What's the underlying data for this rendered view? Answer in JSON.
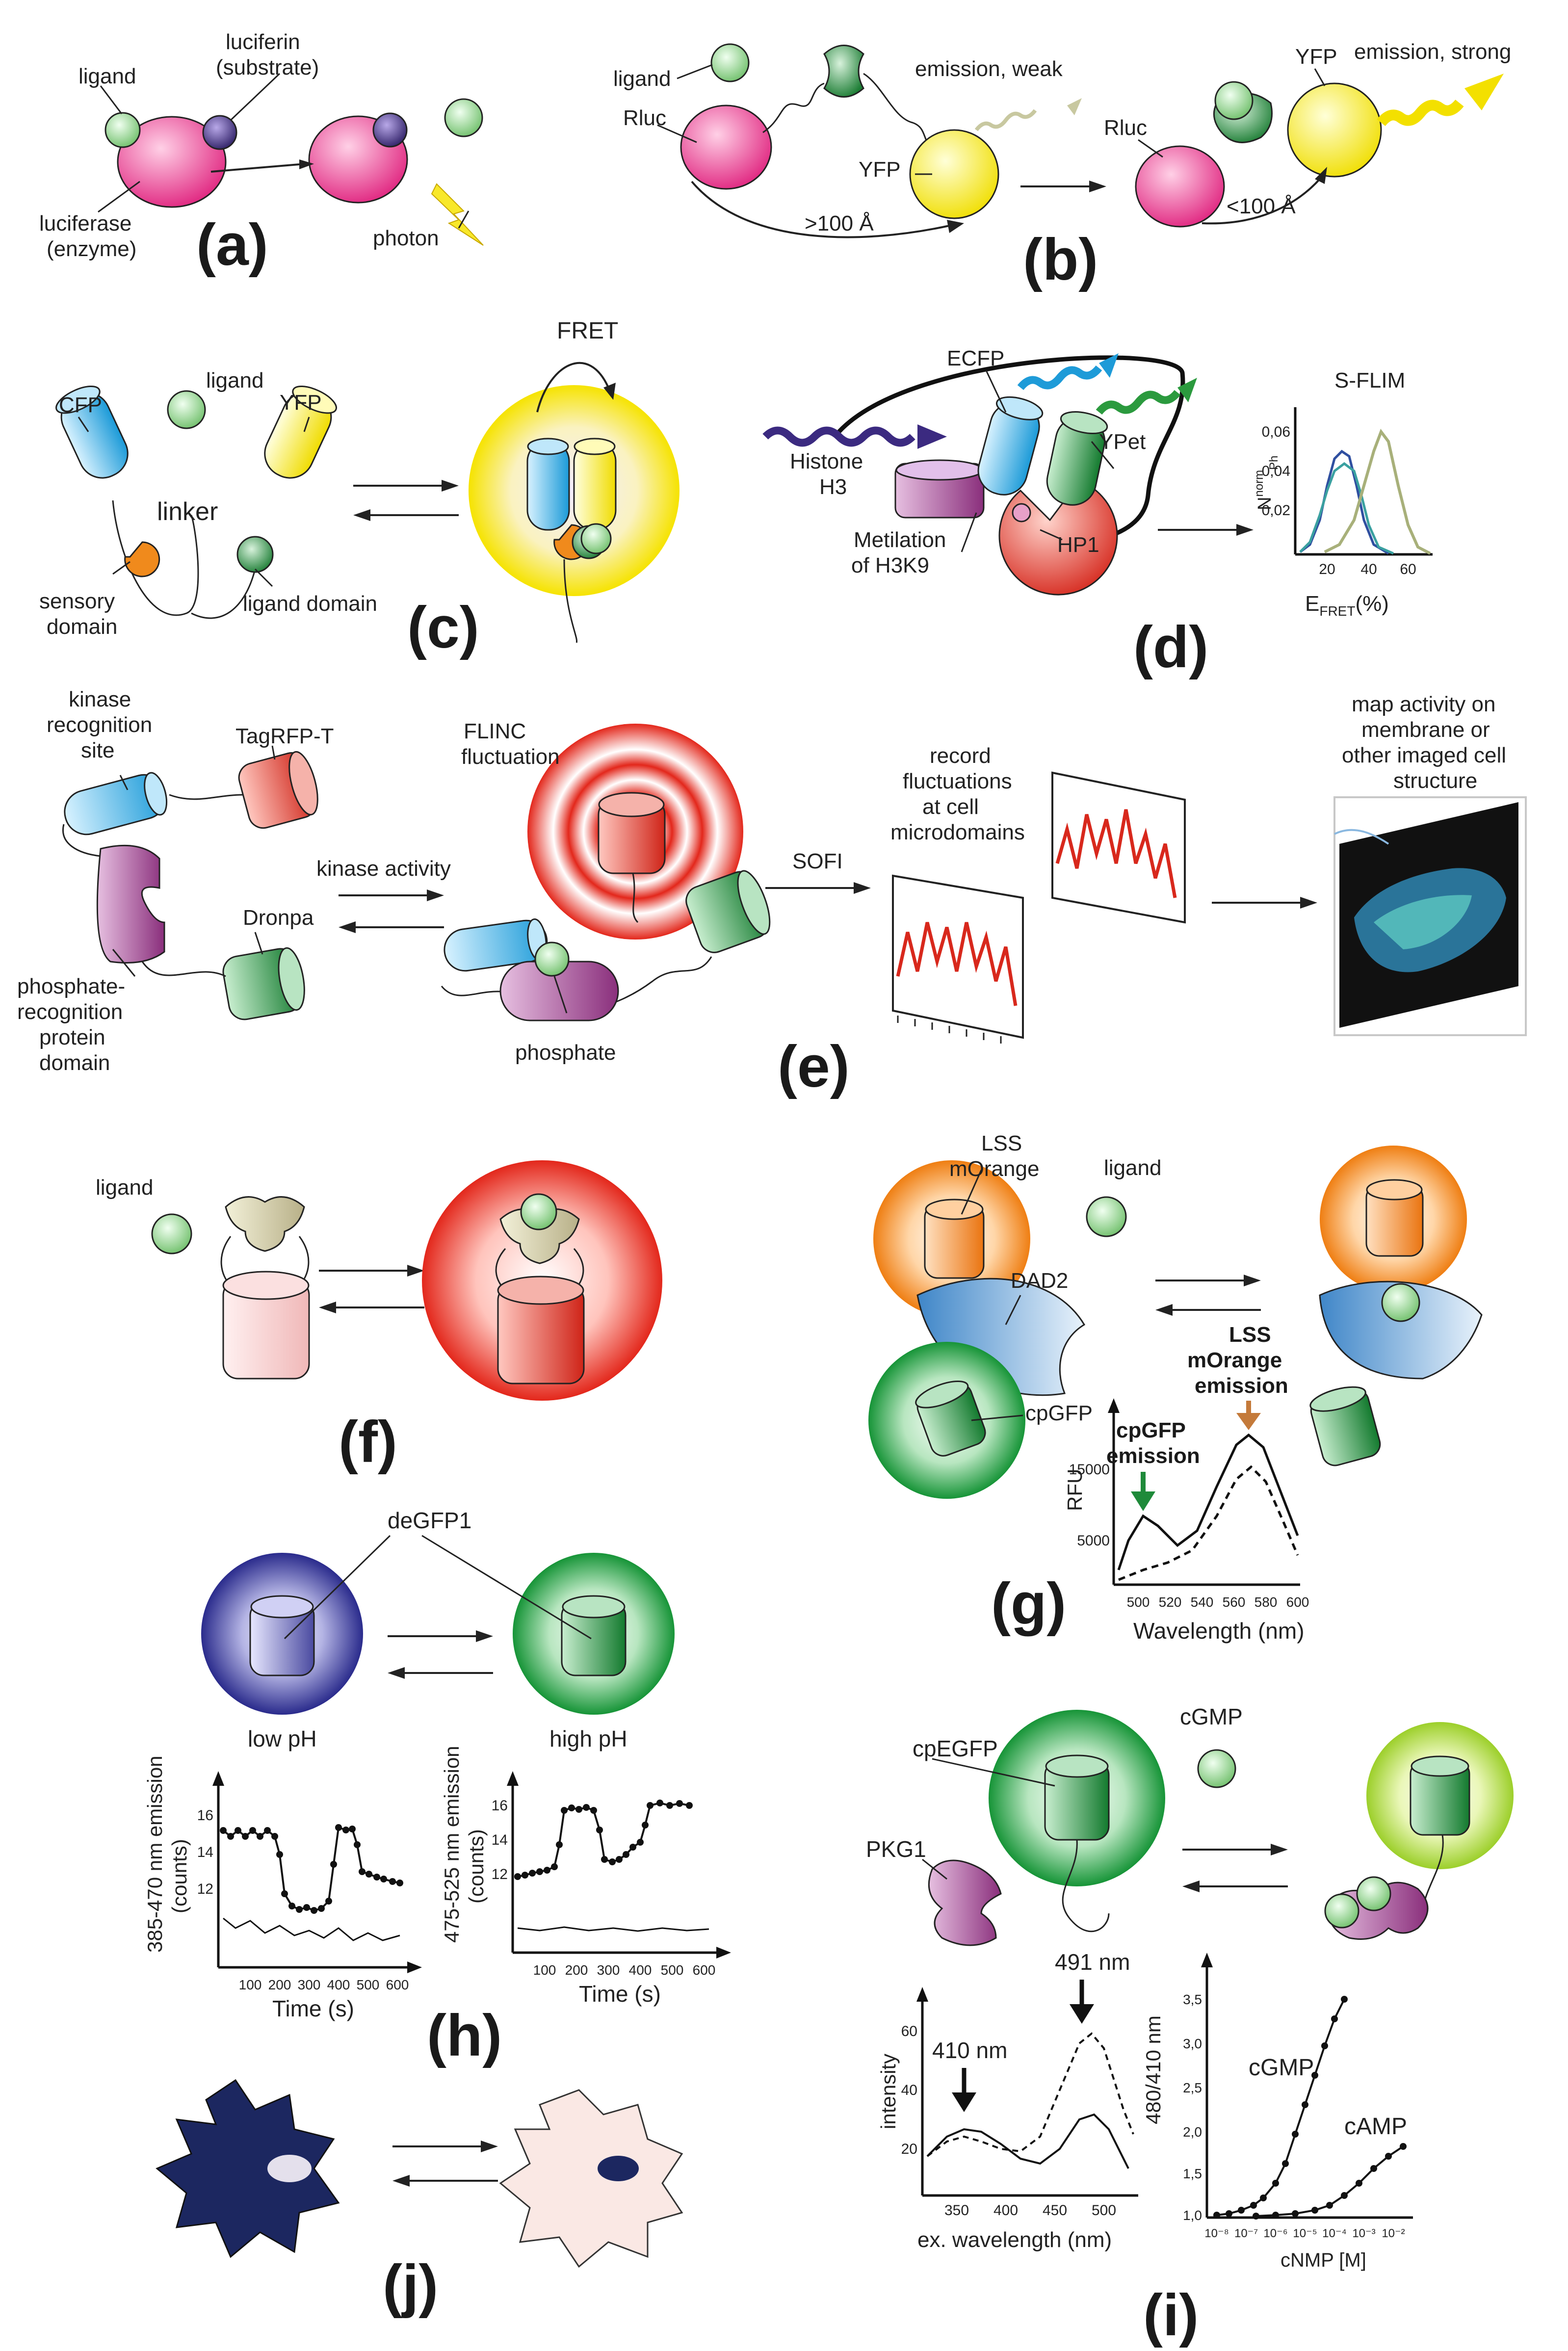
{
  "panels": {
    "a": {
      "label": "(a)",
      "ligand": "ligand",
      "luciferin": "luciferin",
      "substrate": "(substrate)",
      "luciferase": "luciferase",
      "enzyme": "(enzyme)",
      "photon": "photon"
    },
    "b": {
      "label": "(b)",
      "ligand": "ligand",
      "rluc": "Rluc",
      "yfp": "YFP",
      "emission_weak": "emission, weak",
      "emission_strong": "emission, strong",
      "dist_far": ">100 Å",
      "dist_near": "<100 Å"
    },
    "c": {
      "label": "(c)",
      "cfp": "CFP",
      "yfp": "YFP",
      "ligand": "ligand",
      "linker": "linker",
      "sensory1": "sensory",
      "sensory2": "domain",
      "ligand_domain": "ligand domain",
      "fret": "FRET"
    },
    "d": {
      "label": "(d)",
      "ecfp": "ECFP",
      "ypet": "YPet",
      "histone1": "Histone",
      "histone2": "H3",
      "metil1": "Metilation",
      "metil2": "of H3K9",
      "hp1": "HP1",
      "sflim": "S-FLIM",
      "ylabel": "N",
      "ylabel_sup": "norm",
      "ylabel_sub": "Ph",
      "xlabel": "E",
      "xlabel_sub": "FRET",
      "xlabel_unit": "(%)",
      "yticks": [
        "0,06",
        "0,04",
        "0,02"
      ],
      "xticks": [
        "20",
        "40",
        "60"
      ]
    },
    "e": {
      "label": "(e)",
      "kinase1": "kinase",
      "kinase2": "recognition",
      "kinase3": "site",
      "tagrfp": "TagRFP-T",
      "kinase_activity": "kinase activity",
      "dronpa": "Dronpa",
      "phos1": "phosphate-",
      "phos2": "recognition",
      "phos3": "protein",
      "phos4": "domain",
      "flinc1": "FLINC",
      "flinc2": "fluctuation",
      "phosphate": "phosphate",
      "sofi": "SOFI",
      "record1": "record",
      "record2": "fluctuations",
      "record3": "at cell",
      "record4": "microdomains",
      "map1": "map activity on",
      "map2": "membrane or",
      "map3": "other imaged cell",
      "map4": "structure"
    },
    "f": {
      "label": "(f)",
      "ligand": "ligand"
    },
    "g": {
      "label": "(g)",
      "lss1": "LSS",
      "lss2": "mOrange",
      "ligand": "ligand",
      "dad2": "DAD2",
      "cpgfp": "cpGFP",
      "cpgfp_em1": "cpGFP",
      "cpgfp_em2": "emission",
      "lss_em1": "LSS",
      "lss_em2": "mOrange",
      "lss_em3": "emission",
      "ylabel": "RFU",
      "xlabel": "Wavelength (nm)",
      "yticks": [
        "15000",
        "5000"
      ],
      "xticks": [
        "500",
        "520",
        "540",
        "560",
        "580",
        "600"
      ],
      "color_green": "#1f8a3a",
      "color_orange": "#c47a3a"
    },
    "h": {
      "label": "(h)",
      "degfp": "deGFP1",
      "low_ph": "low pH",
      "high_ph": "high pH",
      "left_ylabel1": "385-470 nm emission",
      "left_ylabel2": "(counts)",
      "right_ylabel1": "475-525 nm emission",
      "right_ylabel2": "(counts)",
      "xlabel": "Time (s)",
      "left_yticks": [
        "16",
        "14",
        "12"
      ],
      "right_yticks": [
        "16",
        "14",
        "12"
      ],
      "xticks": [
        "100",
        "200",
        "300",
        "400",
        "500",
        "600"
      ]
    },
    "i": {
      "label": "(i)",
      "cpegfp": "cpEGFP",
      "cgmp_ball": "cGMP",
      "pkg1": "PKG1",
      "nm491": "491 nm",
      "nm410": "410 nm",
      "ylabel": "intensity",
      "xlabel": "ex. wavelength (nm)",
      "yticks": [
        "60",
        "40",
        "20"
      ],
      "xticks": [
        "350",
        "400",
        "450",
        "500"
      ],
      "ratio_ylabel": "480/410 nm",
      "ratio_xlabel": "cNMP [M]",
      "ratio_yticks": [
        "3,5",
        "3,0",
        "2,5",
        "2,0",
        "1,5",
        "1,0"
      ],
      "ratio_xticks": [
        "10⁻⁸",
        "10⁻⁷",
        "10⁻⁶",
        "10⁻⁵",
        "10⁻⁴",
        "10⁻³",
        "10⁻²"
      ],
      "cgmp": "cGMP",
      "camp": "cAMP"
    },
    "j": {
      "label": "(j)"
    }
  },
  "colors": {
    "pink": "#e8398f",
    "purple": "#3e2a78",
    "ligand_green": "#8fd08a",
    "yellow": "#f5e400",
    "cyan": "#2aa7e0",
    "red": "#e0352b",
    "dark_green": "#1f8f3a",
    "orange": "#f08a1c",
    "violet": "#a0448e",
    "navy": "#1c2760"
  }
}
